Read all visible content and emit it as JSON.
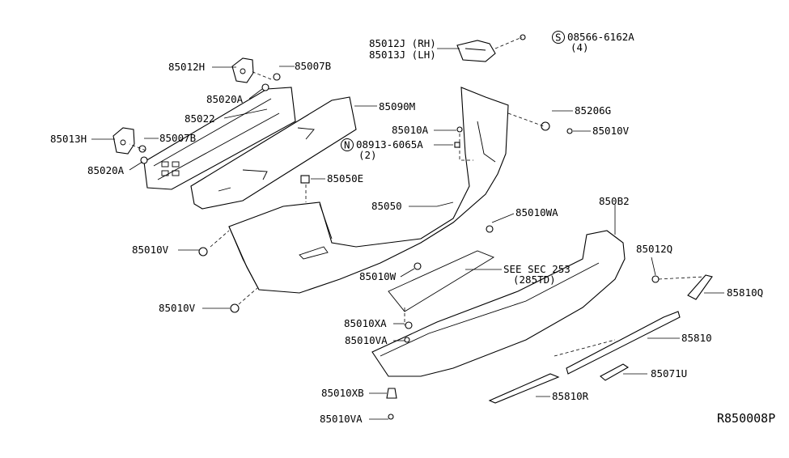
{
  "labels": {
    "p85012J": "85012J (RH)",
    "p85013J": "85013J (LH)",
    "s_code": "08566-6162A",
    "s_qty": "(4)",
    "p85012H": "85012H",
    "p85007B_1": "85007B",
    "p85020A_1": "85020A",
    "p85022": "85022",
    "p85090M": "85090M",
    "p85013H": "85013H",
    "p85007B_2": "85007B",
    "p85020A_2": "85020A",
    "p85010A": "85010A",
    "n_code": "08913-6065A",
    "n_qty": "(2)",
    "p85206G": "85206G",
    "p85010V_1": "85010V",
    "p85050E": "85050E",
    "p85050": "85050",
    "p850B2": "850B2",
    "p85010WA": "85010WA",
    "p85010V_2": "85010V",
    "see_sec": "SEE SEC 253",
    "see_sub": "(285TD)",
    "p85010W": "85010W",
    "p85012Q": "85012Q",
    "p85810Q": "85810Q",
    "p85010V_3": "85010V",
    "p85010XA": "85010XA",
    "p85010VA_1": "85010VA",
    "p85810": "85810",
    "p85071U": "85071U",
    "p85010XB": "85010XB",
    "p85810R": "85810R",
    "p85010VA_2": "85010VA"
  },
  "symbols": {
    "s": "S",
    "n": "N"
  },
  "reference_code": "R850008P"
}
